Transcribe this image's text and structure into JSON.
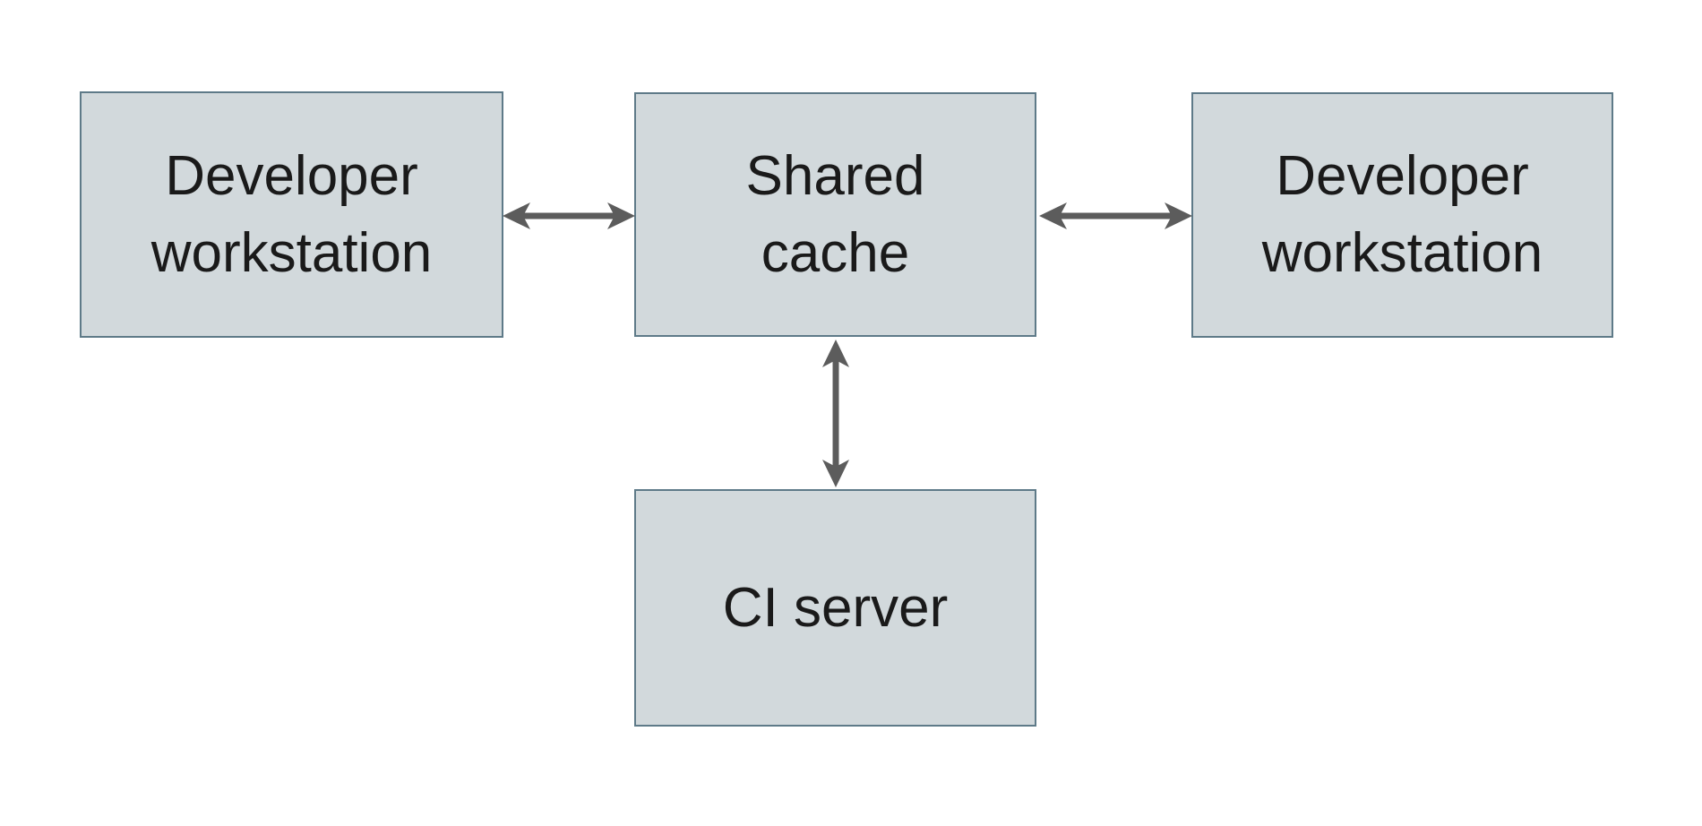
{
  "diagram": {
    "nodes": [
      {
        "id": "developer-workstation-left",
        "lines": [
          "Developer",
          "workstation"
        ]
      },
      {
        "id": "shared-cache",
        "lines": [
          "Shared",
          "cache"
        ]
      },
      {
        "id": "developer-workstation-right",
        "lines": [
          "Developer",
          "workstation"
        ]
      },
      {
        "id": "ci-server",
        "lines": [
          "CI server"
        ]
      }
    ],
    "edges": [
      {
        "from": "developer-workstation-left",
        "to": "shared-cache",
        "direction": "bidirectional",
        "orientation": "horizontal"
      },
      {
        "from": "shared-cache",
        "to": "developer-workstation-right",
        "direction": "bidirectional",
        "orientation": "horizontal"
      },
      {
        "from": "shared-cache",
        "to": "ci-server",
        "direction": "bidirectional",
        "orientation": "vertical"
      }
    ],
    "colors": {
      "node_fill": "#d2d9dc",
      "node_border": "#5e7a88",
      "arrow": "#5c5c5c",
      "text": "#1a1a1a",
      "background": "#ffffff"
    }
  }
}
